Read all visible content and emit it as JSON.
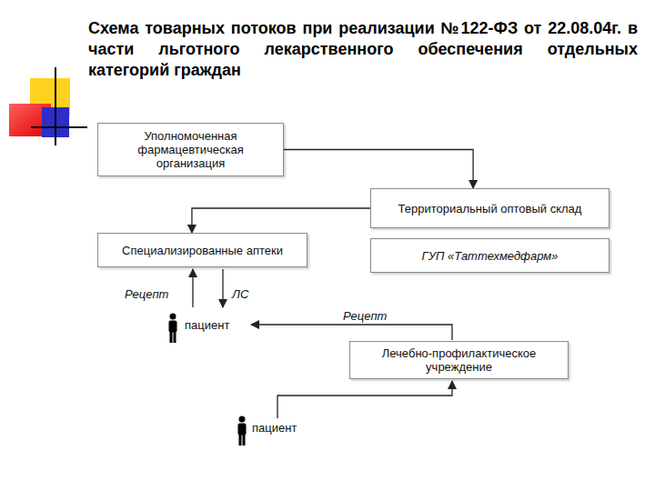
{
  "diagram": {
    "title": "Схема товарных потоков при реализации №122-ФЗ от 22.08.04г. в части льготного лекарственного обеспечения отдельных категорий граждан",
    "nodes": [
      {
        "text": [
          "Уполномоченная фармацевтическая организация"
        ]
      },
      {
        "text": [
          "Территориальный оптовый склад"
        ]
      },
      {
        "text": [
          "Специализированные аптеки"
        ]
      },
      {
        "text": [
          "ГУП «Таттехмедфарм»"
        ]
      },
      {
        "text": [
          "Лечебно-профилактическое учреждение"
        ]
      }
    ],
    "edges": [
      {
        "from": 0,
        "to": 1,
        "arrow": "to"
      },
      {
        "from": 1,
        "to": 2,
        "arrow": "to"
      }
    ],
    "labels": [
      "Рецепт",
      "ЛС",
      "пациент",
      "Рецепт",
      "пациент"
    ]
  }
}
